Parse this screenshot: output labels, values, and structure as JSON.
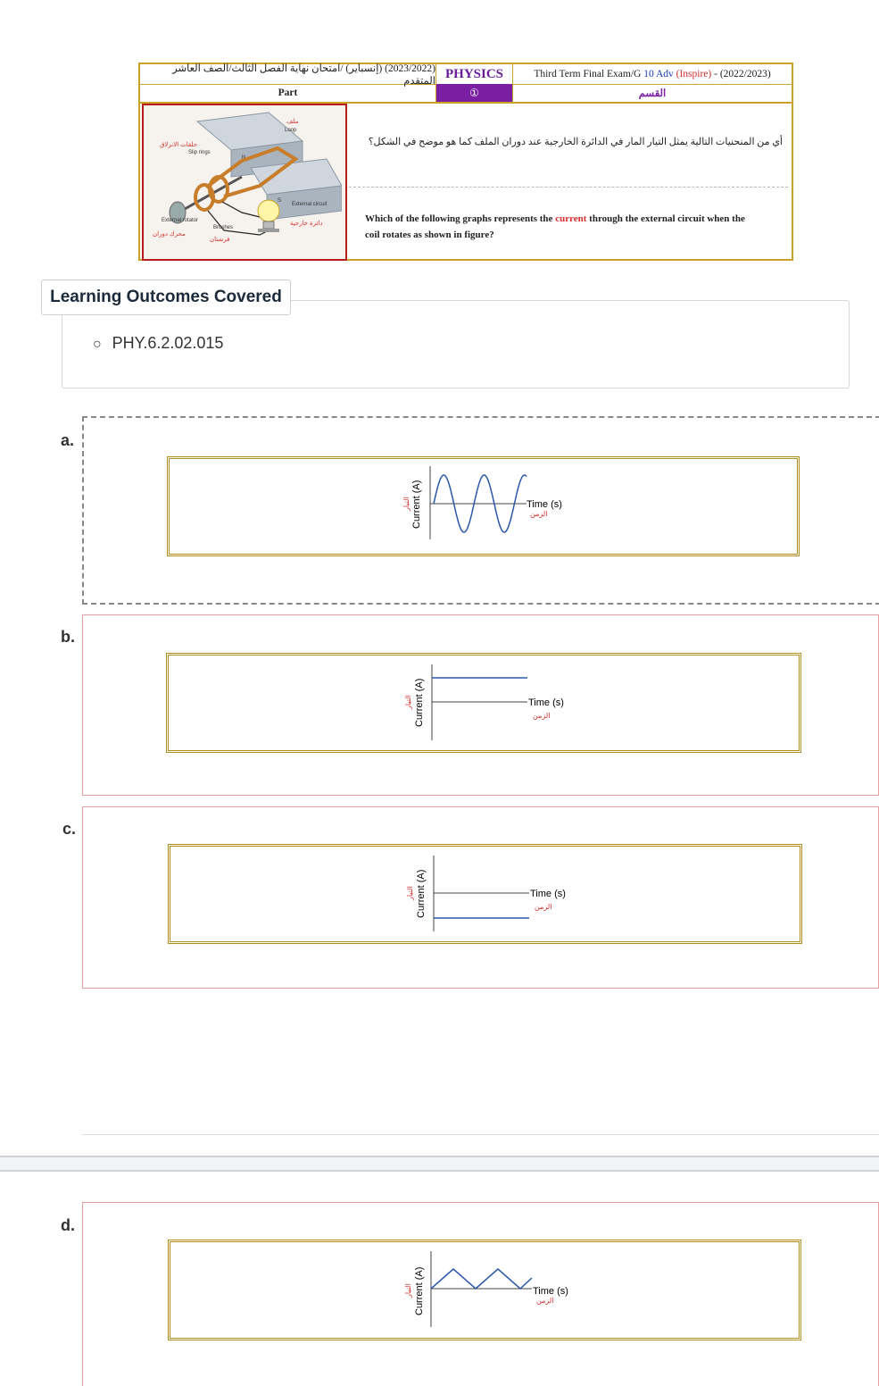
{
  "header": {
    "left_text": "(2023/2022) (إنسباير) /امتحان نهاية الفصل الثالث/الصف العاشر المتقدم",
    "subject": "PHYSICS",
    "right_text_prefix": "Third Term Final Exam/G",
    "right_grade": "10 Adv",
    "right_inspire": "(Inspire)",
    "right_year": "- (2022/2023)",
    "part_label": "Part",
    "part_number": "①",
    "section_label": "القسم"
  },
  "figure": {
    "labels": {
      "loop_ar": "ملف",
      "loop_en": "Loop",
      "slip_rings_ar": "حلقات الانزلاق",
      "slip_rings_en": "Slip rings",
      "external_circuit_en": "External circuit",
      "external_circuit_ar": "دائرة خارجية",
      "external_rotator_en": "External rotator",
      "external_rotator_ar": "محرك دوران",
      "brushes_en": "Brushes",
      "brushes_ar": "فرشتان"
    }
  },
  "question": {
    "arabic": "أي من المنحنيات التالية يمثل التيار المار في الدائرة الخارجية عند دوران الملف كما هو موضح في الشكل؟",
    "english_before": "Which of the following graphs represents the",
    "english_highlight": "current",
    "english_after": "through the external circuit when the coil rotates as shown in figure?"
  },
  "learning_outcomes": {
    "title": "Learning Outcomes Covered",
    "items": [
      "PHY.6.2.02.015"
    ]
  },
  "options": [
    {
      "letter": "a.",
      "graph": "sine"
    },
    {
      "letter": "b.",
      "graph": "constant-positive"
    },
    {
      "letter": "c.",
      "graph": "constant-negative"
    },
    {
      "letter": "d.",
      "graph": "triangle-positive"
    }
  ],
  "graph_labels": {
    "y_en": "Current (A)",
    "y_ar": "التيار",
    "x_en": "Time (s)",
    "x_ar": "الزمن"
  },
  "colors": {
    "accent_gold": "#c9a227",
    "subject_purple": "#7b1fa2",
    "highlight_red": "#d32f2f",
    "graph_line": "#2b57a8"
  }
}
